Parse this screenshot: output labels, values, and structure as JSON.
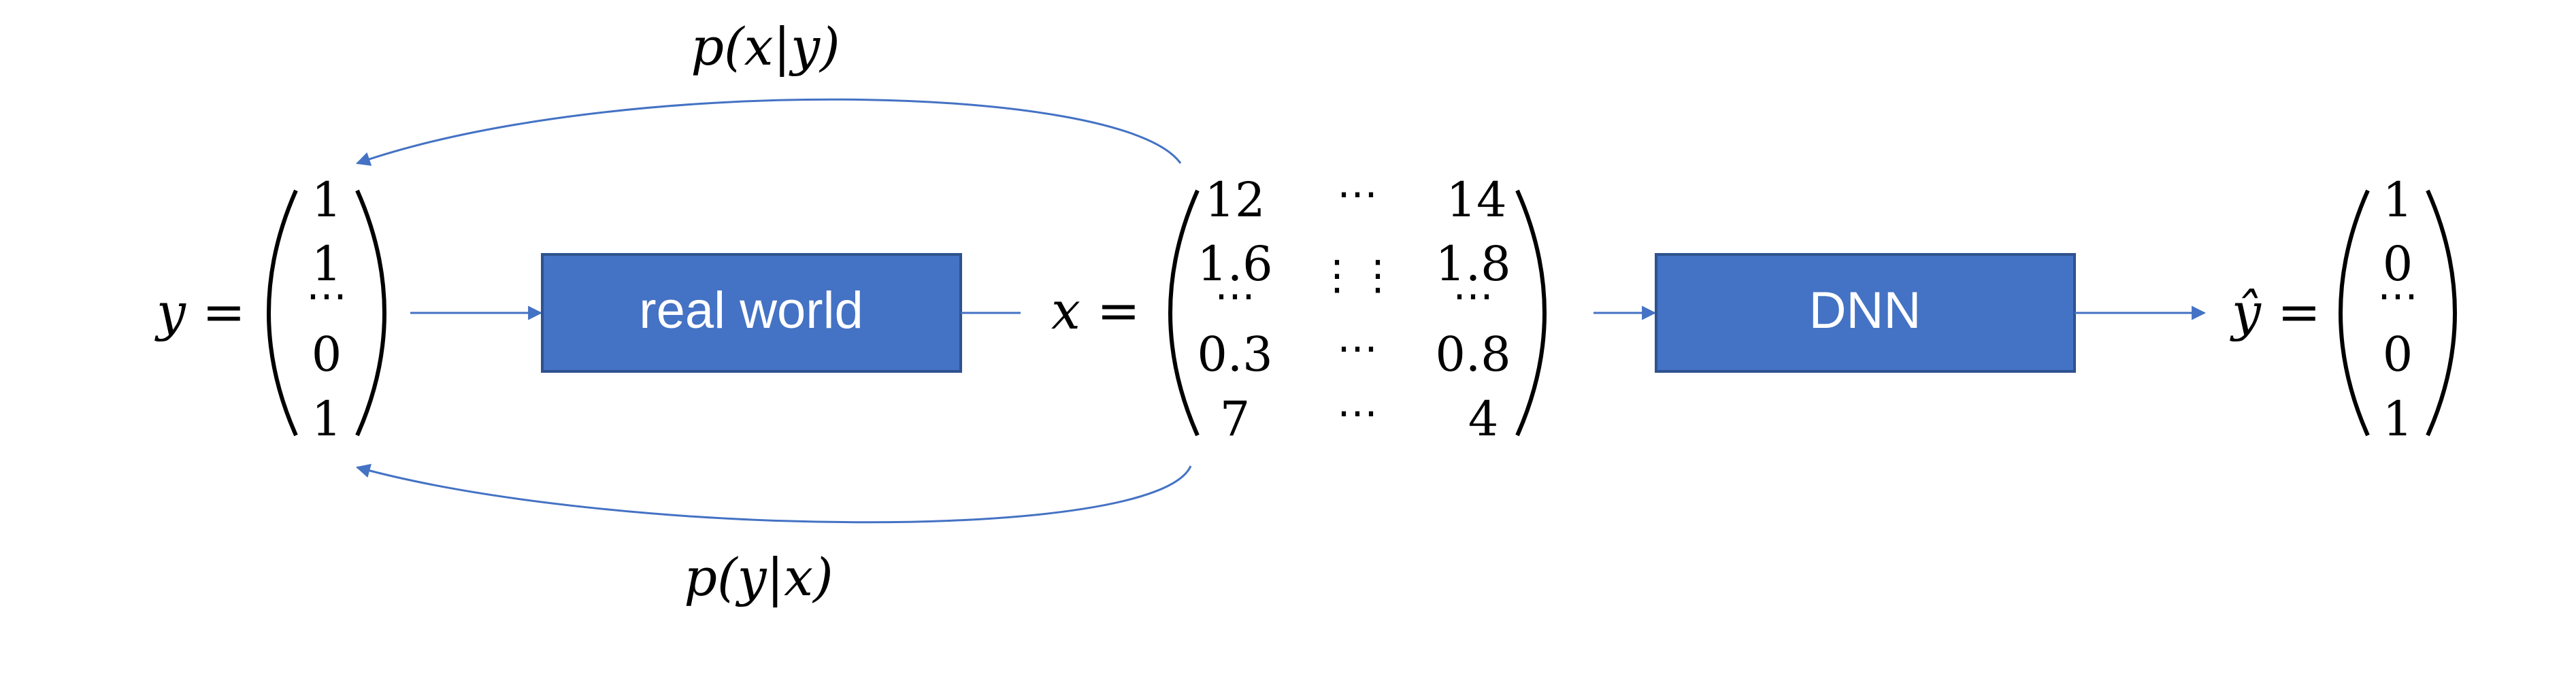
{
  "colors": {
    "accent": "#4472c4",
    "box_fill": "#4472c4",
    "box_stroke": "#2f528f",
    "box_text": "#ffffff",
    "text": "#000000"
  },
  "top_label": "p(x|y)",
  "bottom_label": "p(y|x)",
  "y_vector": {
    "lhs": "y =",
    "entries": [
      "1",
      "1",
      "⋯",
      "0",
      "1"
    ]
  },
  "box_real_world": {
    "label": "real world"
  },
  "x_matrix": {
    "lhs": "x =",
    "col1": [
      "12",
      "1.6",
      "⋯",
      "0.3",
      "7"
    ],
    "col2": [
      "⋯",
      "⋮⋮",
      "",
      "⋯",
      "⋯"
    ],
    "col3": [
      "14",
      "1.8",
      "⋯",
      "0.8",
      "4"
    ]
  },
  "box_dnn": {
    "label": "DNN"
  },
  "yhat_vector": {
    "lhs": "ŷ =",
    "entries": [
      "1",
      "0",
      "⋯",
      "0",
      "1"
    ]
  }
}
